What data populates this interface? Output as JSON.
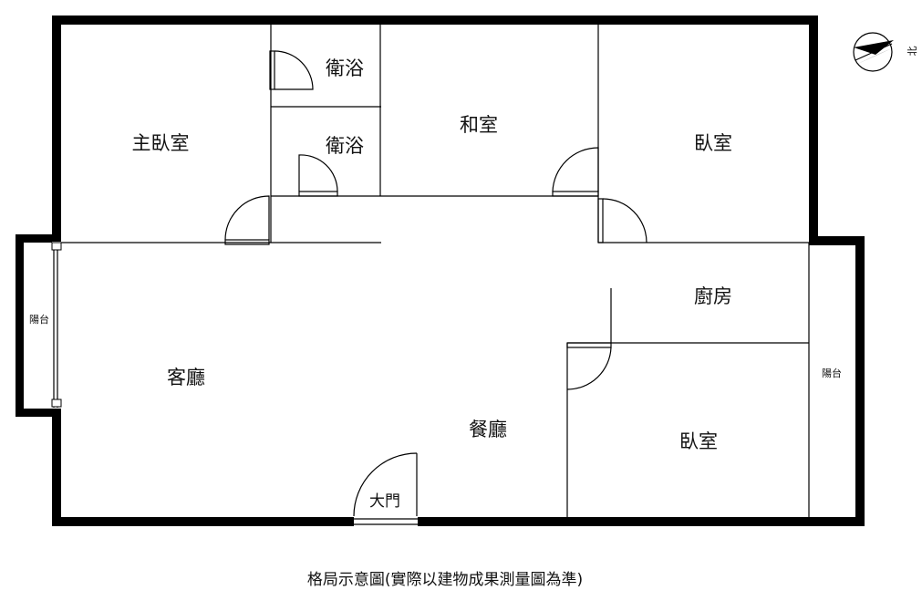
{
  "rooms": {
    "master_bedroom": "主臥室",
    "bath_1": "衛浴",
    "bath_2": "衛浴",
    "japanese_room": "和室",
    "bedroom_ne": "臥室",
    "kitchen": "廚房",
    "living_room": "客廳",
    "dining_room": "餐廳",
    "bedroom_se": "臥室",
    "balcony_west": "陽台",
    "balcony_east": "陽台",
    "main_door": "大門"
  },
  "compass": {
    "label": "北"
  },
  "caption": "格局示意圖(實際以建物成果測量圖為準)"
}
